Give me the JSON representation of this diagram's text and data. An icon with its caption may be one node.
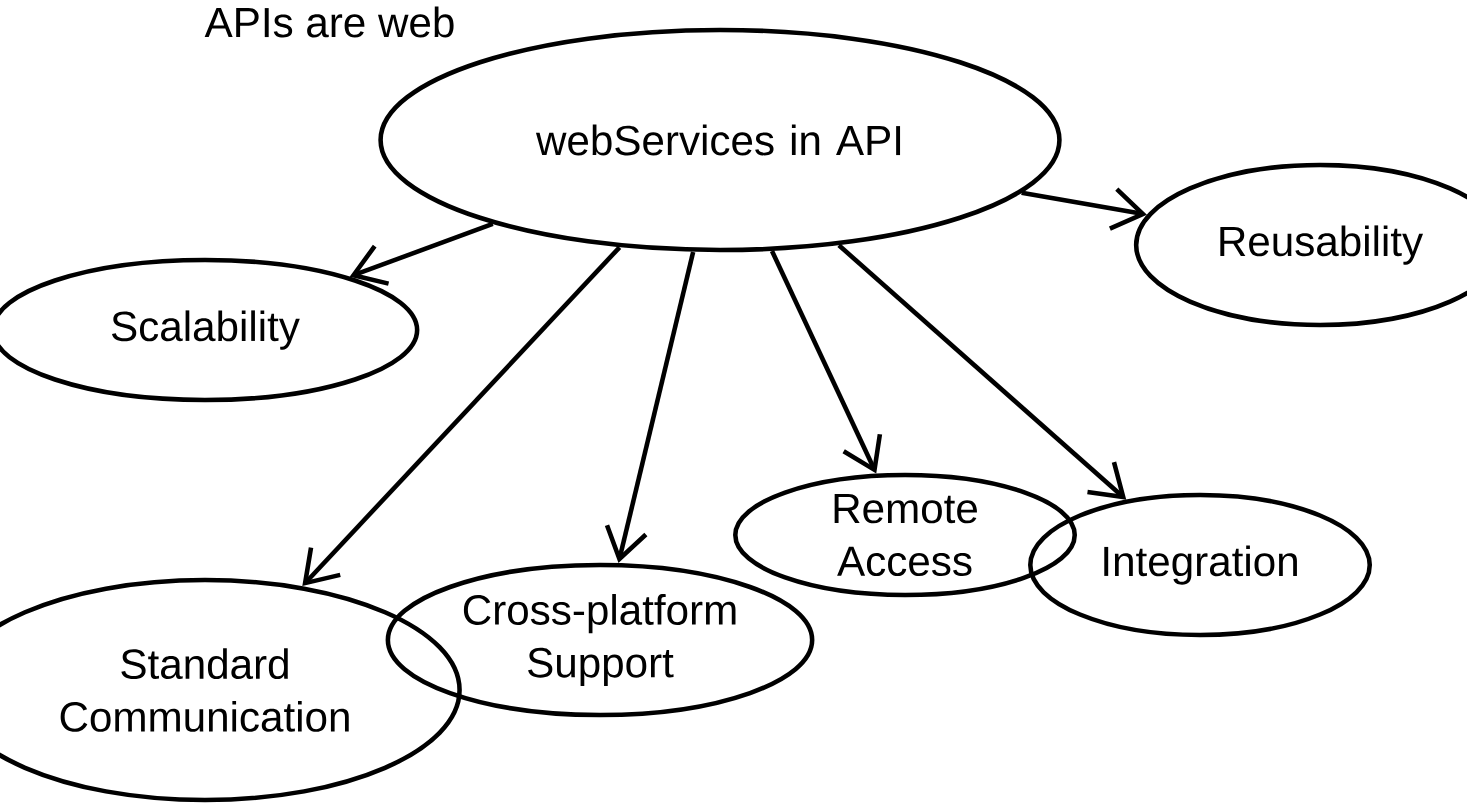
{
  "diagram": {
    "nodes": [
      {
        "text": [
          "webServices in API"
        ]
      },
      {
        "text": [
          "Scalability"
        ]
      },
      {
        "text": [
          "Reusability"
        ]
      },
      {
        "text": [
          "Standard Communication"
        ]
      },
      {
        "text": [
          "Cross-platform Support"
        ]
      },
      {
        "text": [
          "Remote Access"
        ]
      },
      {
        "text": [
          "Integration"
        ]
      }
    ],
    "edges": [
      {
        "from": 0,
        "to": 1,
        "arrow": "to"
      },
      {
        "from": 0,
        "to": 2,
        "arrow": "to"
      },
      {
        "from": 0,
        "to": 3,
        "arrow": "to"
      },
      {
        "from": 0,
        "to": 4,
        "arrow": "to"
      },
      {
        "from": 0,
        "to": 5,
        "arrow": "to"
      },
      {
        "from": 0,
        "to": 6,
        "arrow": "to"
      }
    ],
    "labels": [
      "APIs are web"
    ]
  }
}
